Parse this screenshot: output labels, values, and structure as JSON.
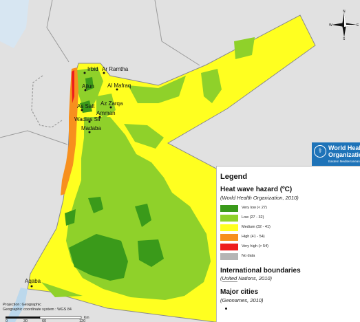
{
  "legend": {
    "title": "Legend",
    "hazard": {
      "title": "Heat wave hazard (ºC)",
      "source": "(World Health Organization, 2010)",
      "classes": [
        {
          "label": "Very low (< 27)",
          "color": "#3a9a1a"
        },
        {
          "label": "Low (27 - 32)",
          "color": "#8fd12a"
        },
        {
          "label": "Medium (32 - 41)",
          "color": "#ffff20"
        },
        {
          "label": "High (41 - 54)",
          "color": "#f7901e"
        },
        {
          "label": "Very high (> 54)",
          "color": "#ee1c1c"
        },
        {
          "label": "No data",
          "color": "#b5b5b5"
        }
      ]
    },
    "boundaries": {
      "title": "International boundaries",
      "source": "(United Nations, 2010)"
    },
    "cities": {
      "title": "Major cities",
      "source": "(Geonames, 2010)"
    }
  },
  "cities": [
    "Irbid",
    "Ar Ramtha",
    "Ajlun",
    "Al Mafraq",
    "As Salt",
    "Az Zarqa",
    "Amman",
    "Wadias Sir",
    "Madaba",
    "Aqaba"
  ],
  "projection": {
    "line1": "Projection: Geographic",
    "line2": "Geographic coordinate system : WGS 84"
  },
  "scalebar": {
    "ticks": [
      "0",
      "30",
      "60",
      "120"
    ],
    "unit": "Km"
  },
  "compass": {
    "north": "N",
    "south": "S",
    "east": "E",
    "west": "W"
  },
  "logo": {
    "line1": "World Health",
    "line2": "Organization",
    "line3": "Eastern Mediterranean"
  },
  "colors": {
    "background_land": "#e0e0e0",
    "sea": "#bcd8ec",
    "boundary": "#999999"
  }
}
